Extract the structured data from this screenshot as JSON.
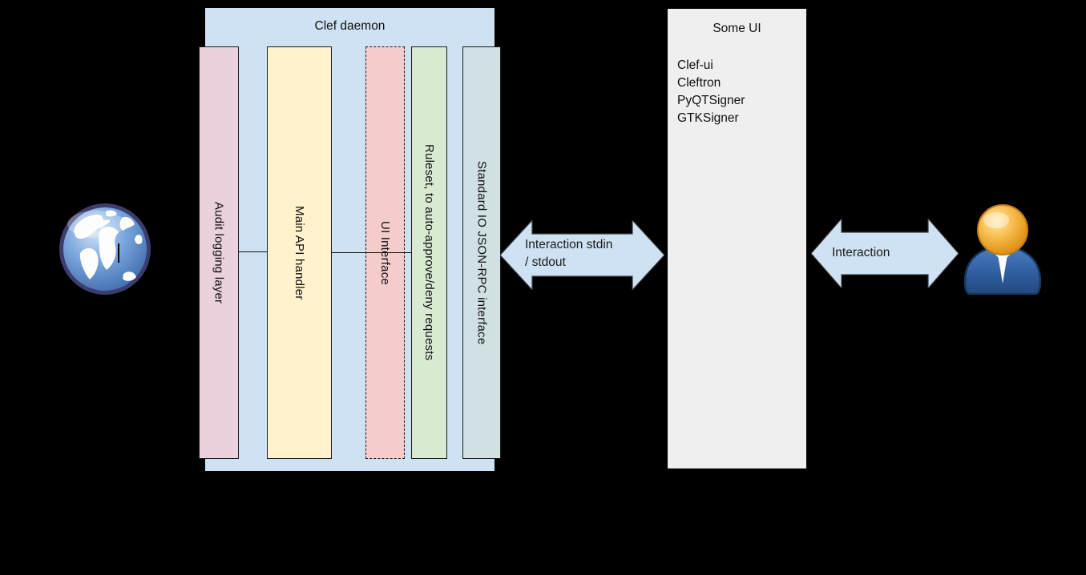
{
  "canvas": {
    "background": "#000000"
  },
  "clef_daemon": {
    "title": "Clef daemon",
    "fill": "#cfe2f3",
    "bars": [
      {
        "label": "Audit logging layer",
        "fill": "#ead1dc"
      },
      {
        "label": "Main API handler",
        "fill": "#fff2cc"
      },
      {
        "label": "UI Interface",
        "fill": "#f4cccc"
      },
      {
        "label": "Ruleset, to auto-approve/deny requests",
        "fill": "#d9ead3"
      },
      {
        "label": "Standard IO JSON-RPC interface",
        "fill": "#d0e0e3"
      }
    ]
  },
  "arrows": {
    "stdio": {
      "label_line1": "Interaction stdin",
      "label_line2": "/ stdout",
      "fill": "#cfe2f3",
      "outline": "#3d3d3d"
    },
    "user": {
      "label": "Interaction",
      "fill": "#cfe2f3",
      "outline": "#3d3d3d"
    }
  },
  "some_ui": {
    "title": "Some UI",
    "fill": "#efefef",
    "items": [
      {
        "label": "Clef-ui"
      },
      {
        "label": "Cleftron"
      },
      {
        "label": "PyQTSigner"
      },
      {
        "label": "GTKSigner"
      }
    ]
  },
  "icons": {
    "globe": "globe-icon (remote network client)",
    "user": "user-icon (human operator)"
  }
}
